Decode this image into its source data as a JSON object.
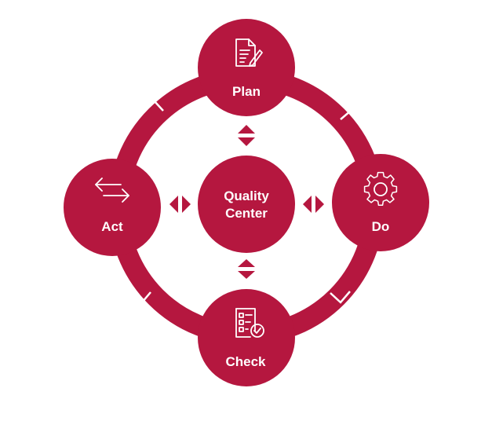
{
  "colors": {
    "primary": "#b5173f",
    "background": "#ffffff",
    "text": "#ffffff"
  },
  "center": {
    "line1": "Quality",
    "line2": "Center"
  },
  "nodes": {
    "plan": {
      "label": "Plan",
      "icon": "document-pen-icon"
    },
    "do": {
      "label": "Do",
      "icon": "gear-icon"
    },
    "check": {
      "label": "Check",
      "icon": "checklist-icon"
    },
    "act": {
      "label": "Act",
      "icon": "exchange-arrows-icon"
    }
  }
}
